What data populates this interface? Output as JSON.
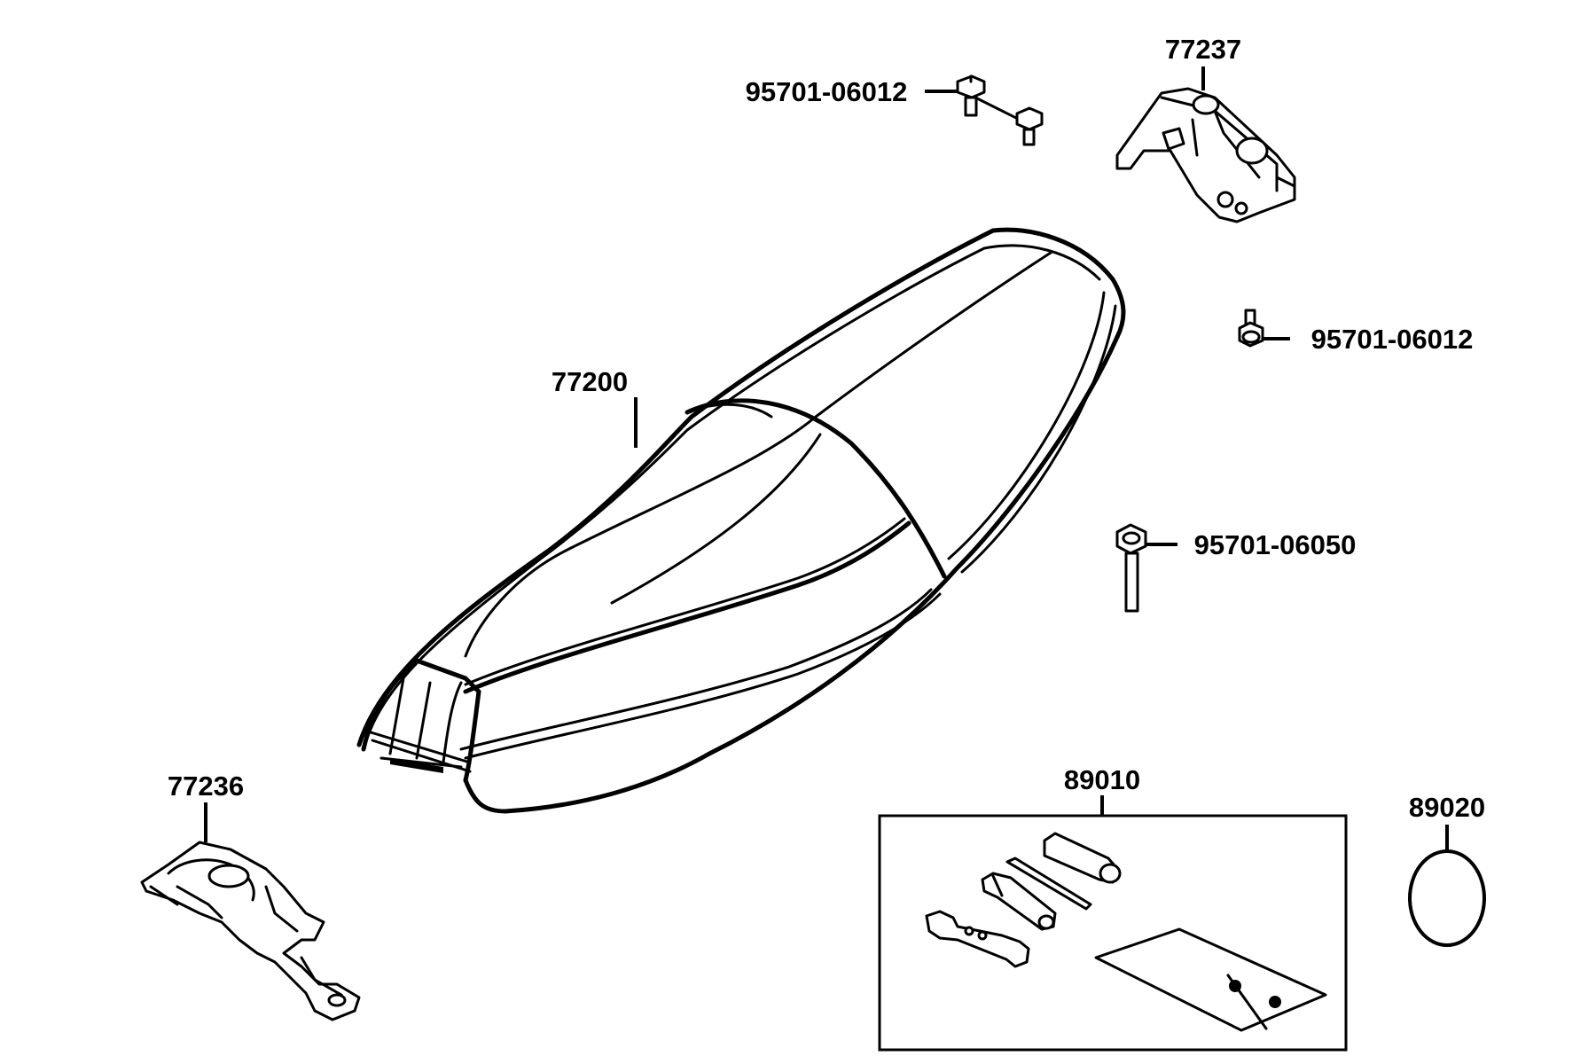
{
  "parts": [
    {
      "id": "seat",
      "number": "77200",
      "icon": "seat-icon"
    },
    {
      "id": "bolt-top",
      "number": "95701-06012",
      "icon": "bolt-icon"
    },
    {
      "id": "bracket",
      "number": "77237",
      "icon": "bracket-icon"
    },
    {
      "id": "bolt-right",
      "number": "95701-06012",
      "icon": "bolt-icon"
    },
    {
      "id": "bolt-long",
      "number": "95701-06050",
      "icon": "bolt-icon"
    },
    {
      "id": "hinge",
      "number": "77236",
      "icon": "hinge-icon"
    },
    {
      "id": "tool-kit",
      "number": "89010",
      "icon": "tool-kit-icon"
    },
    {
      "id": "ring",
      "number": "89020",
      "icon": "ring-icon"
    }
  ],
  "colors": {
    "line": "#000000",
    "background": "#ffffff"
  }
}
